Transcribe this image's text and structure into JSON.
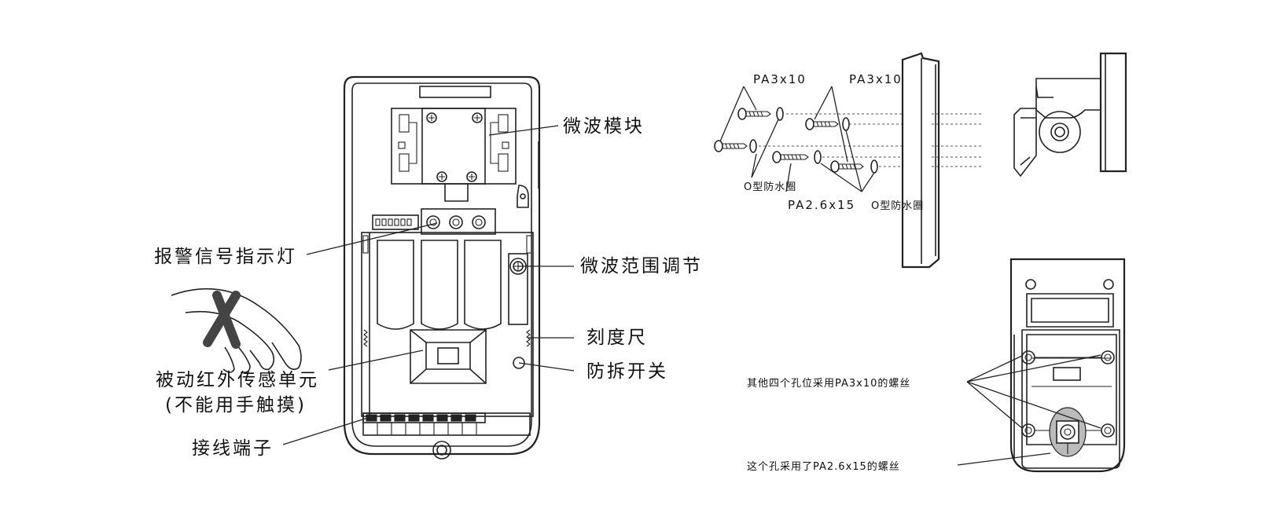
{
  "labels": {
    "microwave_module": "微波模块",
    "alarm_led": "报警信号指示灯",
    "microwave_range": "微波范围调节",
    "scale": "刻度尺",
    "pir_unit": "被动红外传感单元",
    "pir_note": "(不能用手触摸)",
    "tamper": "防拆开关",
    "terminals": "接线端子"
  },
  "screws": {
    "pa3x10_left": "PA3x10",
    "pa3x10_right": "PA3x10",
    "pa26x15": "PA2.6x15",
    "oring_left": "O型防水圈",
    "oring_right": "O型防水圈"
  },
  "bracket": {
    "four_holes_note": "其他四个孔位采用PA3x10的螺丝",
    "center_hole_note": "这个孔采用了PA2.6x15的螺丝"
  },
  "colors": {
    "line": "#222222",
    "background": "#ffffff",
    "highlight": "#bbbbbb"
  }
}
